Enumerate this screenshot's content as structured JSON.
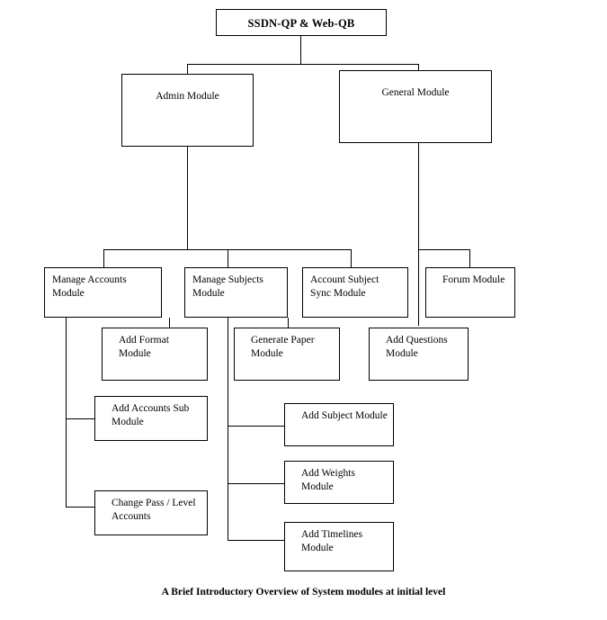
{
  "diagram": {
    "caption": "A Brief Introductory Overview of System modules at initial level",
    "root": {
      "label": "SSDN-QP & Web-QB"
    },
    "level2": [
      {
        "label": "Admin Module"
      },
      {
        "label": "General Module"
      }
    ],
    "level3": [
      {
        "label": "Manage Accounts\nModule"
      },
      {
        "label": "Manage Subjects\nModule"
      },
      {
        "label": "Account Subject\nSync Module"
      },
      {
        "label": "Forum Module"
      }
    ],
    "level4": [
      {
        "label": "Add Format Module"
      },
      {
        "label": "Generate Paper\nModule"
      },
      {
        "label": "Add Questions\nModule"
      }
    ],
    "admin_children": [
      {
        "label": "Add Accounts Sub\nModule"
      },
      {
        "label": "Change Pass / Level\nAccounts"
      }
    ],
    "subject_children": [
      {
        "label": "Add Subject Module"
      },
      {
        "label": "Add Weights Module"
      },
      {
        "label": "Add Timelines\nModule"
      }
    ]
  }
}
